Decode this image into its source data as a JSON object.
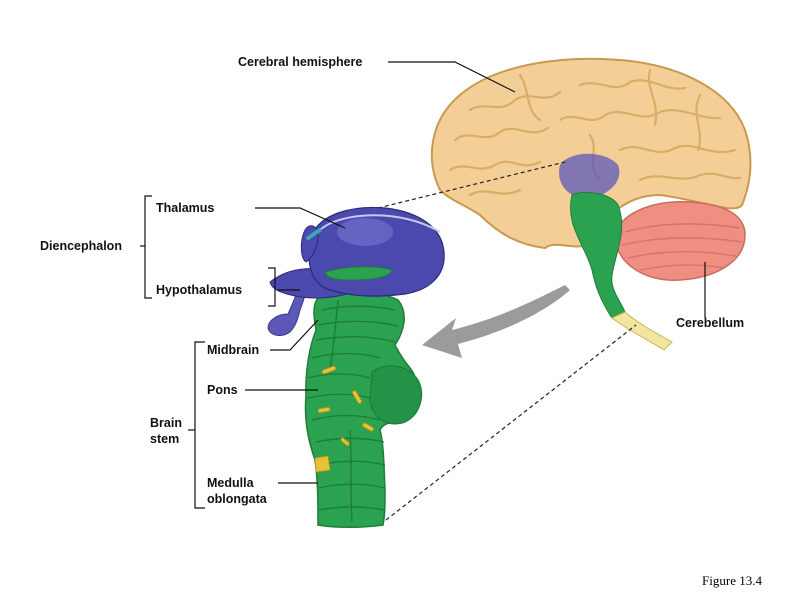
{
  "labels": {
    "cerebral_hemisphere": "Cerebral hemisphere",
    "thalamus": "Thalamus",
    "diencephalon": "Diencephalon",
    "hypothalamus": "Hypothalamus",
    "midbrain": "Midbrain",
    "pons": "Pons",
    "brain_stem_line1": "Brain",
    "brain_stem_line2": "stem",
    "medulla_line1": "Medulla",
    "medulla_line2": "oblongata",
    "cerebellum": "Cerebellum"
  },
  "caption": "Figure 13.4",
  "colors": {
    "cerebrum": "#f3cf97",
    "cerebrum_outline": "#c9994f",
    "diencephalon": "#4b48ae",
    "brainstem": "#2aa24f",
    "cerebellum": "#ef8f82",
    "spinal_cord": "#f0e6a0",
    "arrow": "#9b9b9b"
  }
}
